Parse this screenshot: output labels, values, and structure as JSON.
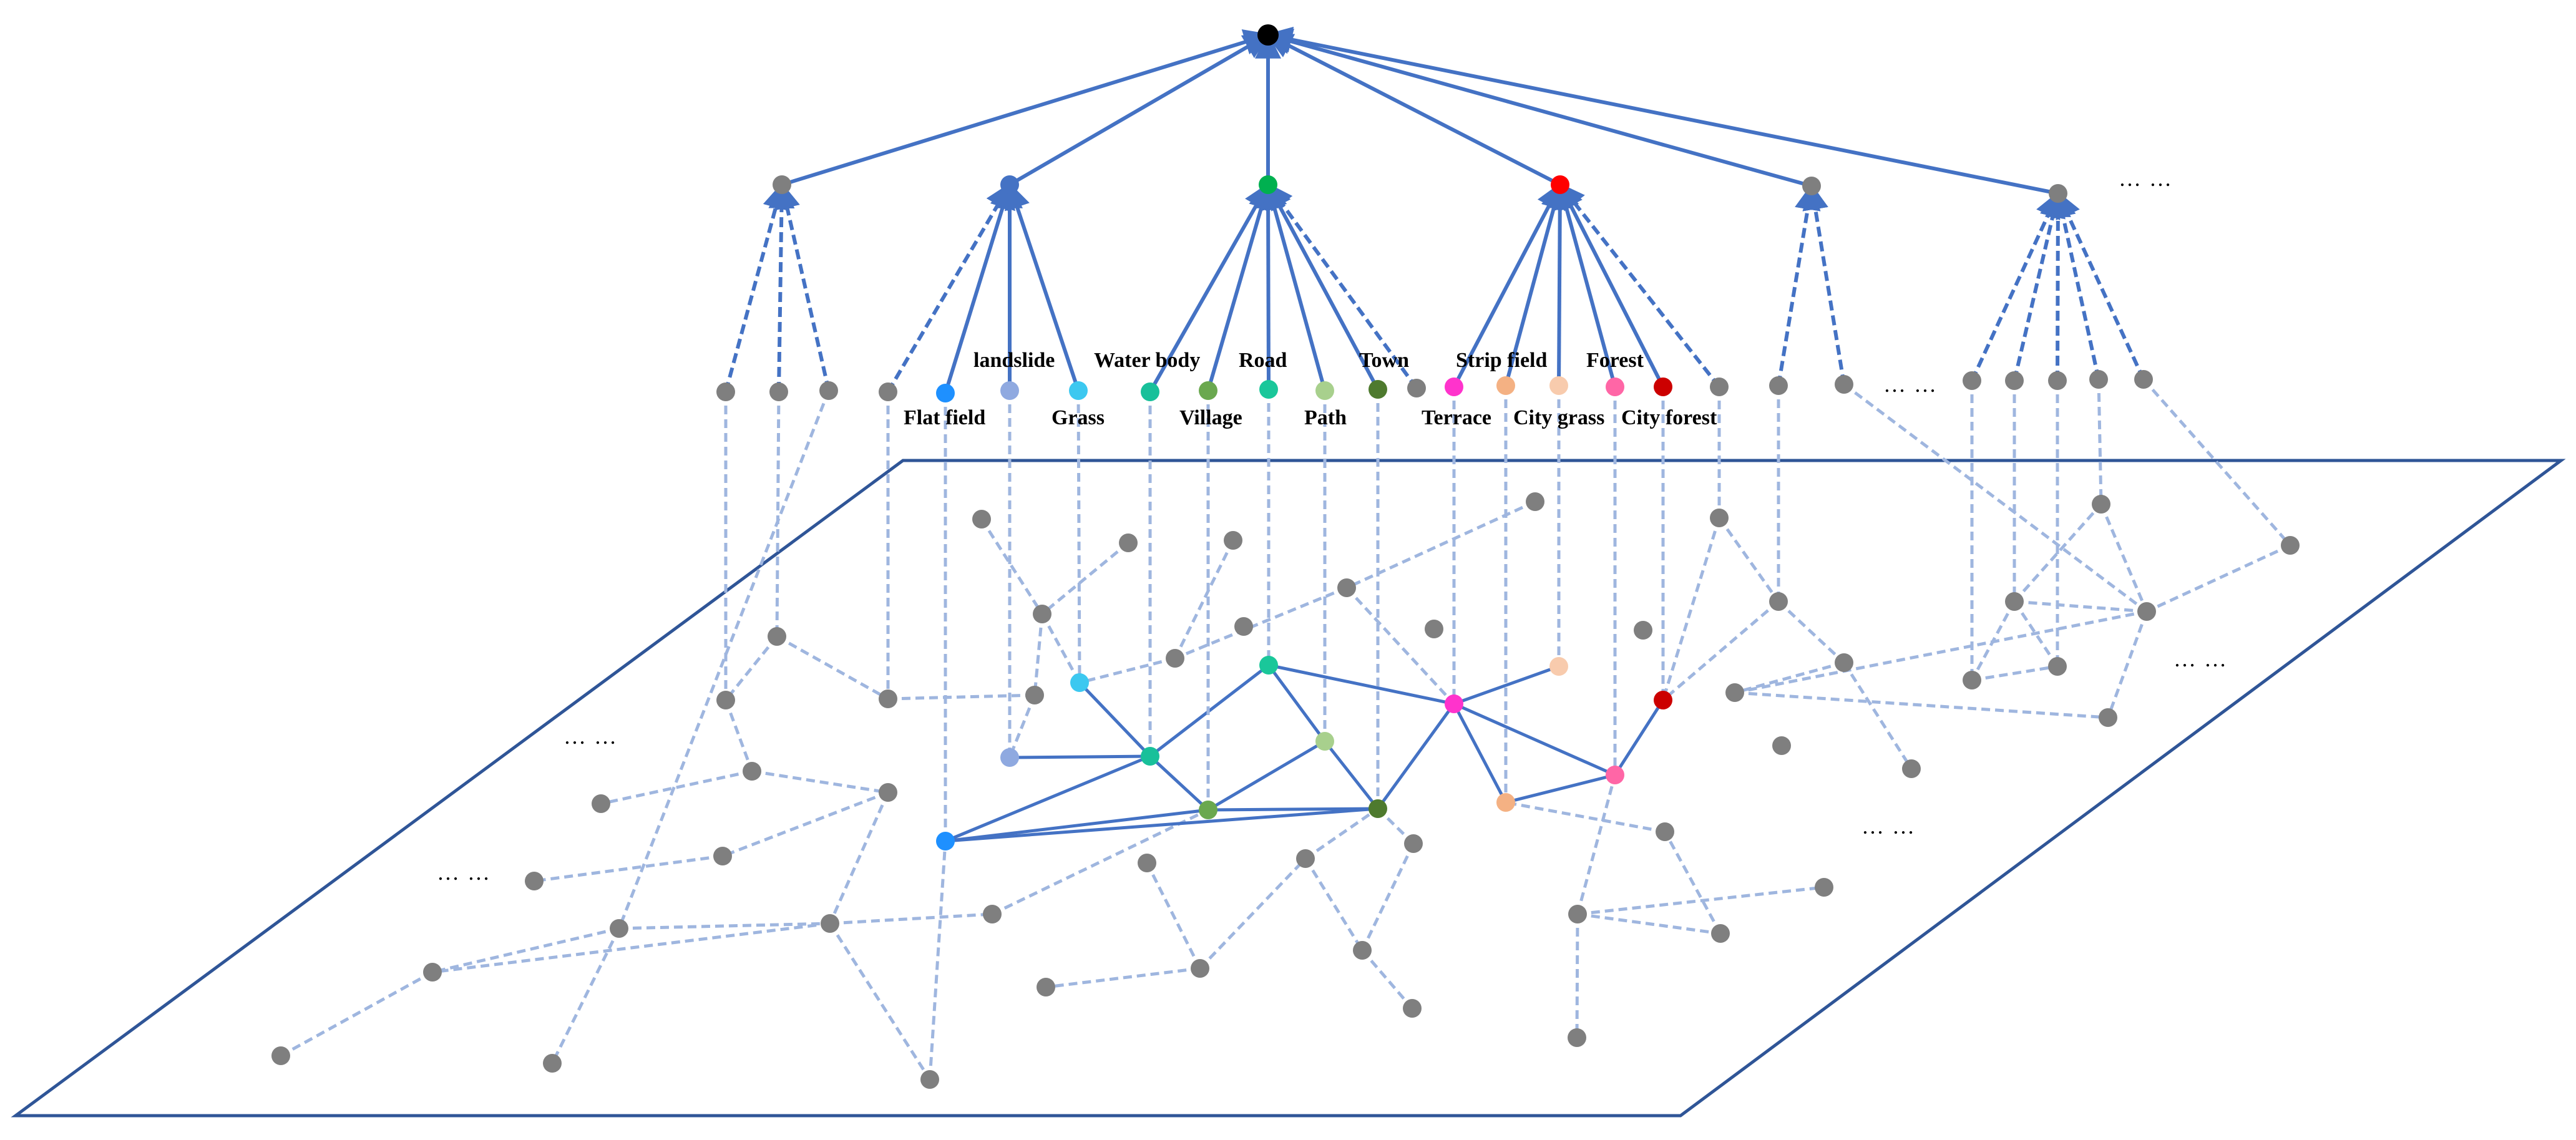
{
  "labels": {
    "landslide": "landslide",
    "water_body": "Water body",
    "road": "Road",
    "town": "Town",
    "strip_field": "Strip field",
    "forest": "Forest",
    "flat_field": "Flat field",
    "grass": "Grass",
    "village": "Village",
    "path": "Path",
    "terrace": "Terrace",
    "city_grass": "City grass",
    "city_forest": "City forest"
  },
  "ellipsis": "… …",
  "colors": {
    "edge": "#4472c4",
    "dashed_edge": "#9fb6df",
    "plane": "#2f5597",
    "gray": "#7f7f7f",
    "root": "#000000",
    "cat_blue": "#4472c4",
    "cat_green": "#00b050",
    "cat_red": "#ff0000",
    "flat_field": "#1e90ff",
    "landslide": "#8fa9e0",
    "grass": "#3cc8f0",
    "water_body": "#18c09a",
    "village": "#6aa84f",
    "road": "#1ac79a",
    "path": "#a8d08d",
    "town": "#4e7a2e",
    "terrace": "#ff33cc",
    "strip_field": "#f4b183",
    "city_grass": "#f8cbad",
    "forest": "#ff66a6",
    "city_forest": "#cc0000"
  }
}
